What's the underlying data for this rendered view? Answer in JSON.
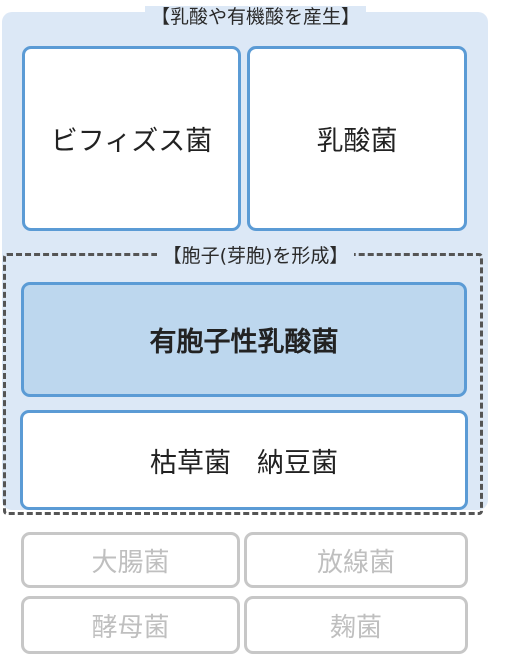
{
  "groups": {
    "lactic": {
      "caption": "【乳酸や有機酸を産生】",
      "items": [
        "ビフィズス菌",
        "乳酸菌"
      ]
    },
    "spore": {
      "caption": "【胞子(芽胞)を形成】",
      "highlight": "有胞子性乳酸菌",
      "items": [
        "枯草菌",
        "納豆菌"
      ]
    }
  },
  "others": [
    "大腸菌",
    "放線菌",
    "酵母菌",
    "麹菌"
  ],
  "colors": {
    "panel_bg": "#dce8f6",
    "box_border": "#5b9bd5",
    "highlight_bg": "#bdd7ee",
    "dashed_border": "#555555",
    "muted_border": "#c7c7c7",
    "muted_text": "#bfbfbf"
  }
}
